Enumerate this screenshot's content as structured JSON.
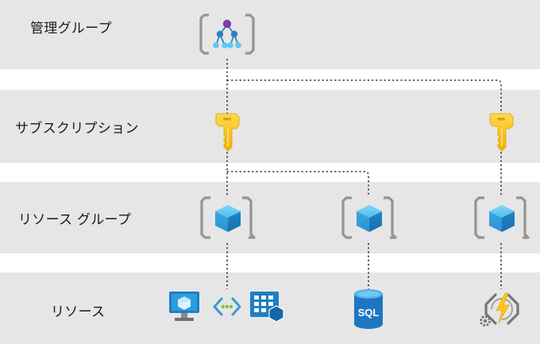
{
  "levels": {
    "management_group": "管理グループ",
    "subscription": "サブスクリプション",
    "resource_group": "リソース グループ",
    "resource": "リソース"
  },
  "icons": {
    "management_group": "management-group-icon",
    "subscription": "key-icon",
    "resource_group": "resource-group-cube-icon",
    "virtual_machine": "virtual-machine-icon",
    "virtual_network": "virtual-network-icon",
    "app_service": "app-service-icon",
    "sql_database": "sql-database-icon",
    "function_app": "function-app-icon"
  },
  "sql_text": "SQL",
  "colors": {
    "band": "#e6e6e6",
    "cube_light": "#5ec8f0",
    "cube_dark": "#1e86c8",
    "key": "#ffc619",
    "bracket": "#949494",
    "connector": "#333333"
  }
}
